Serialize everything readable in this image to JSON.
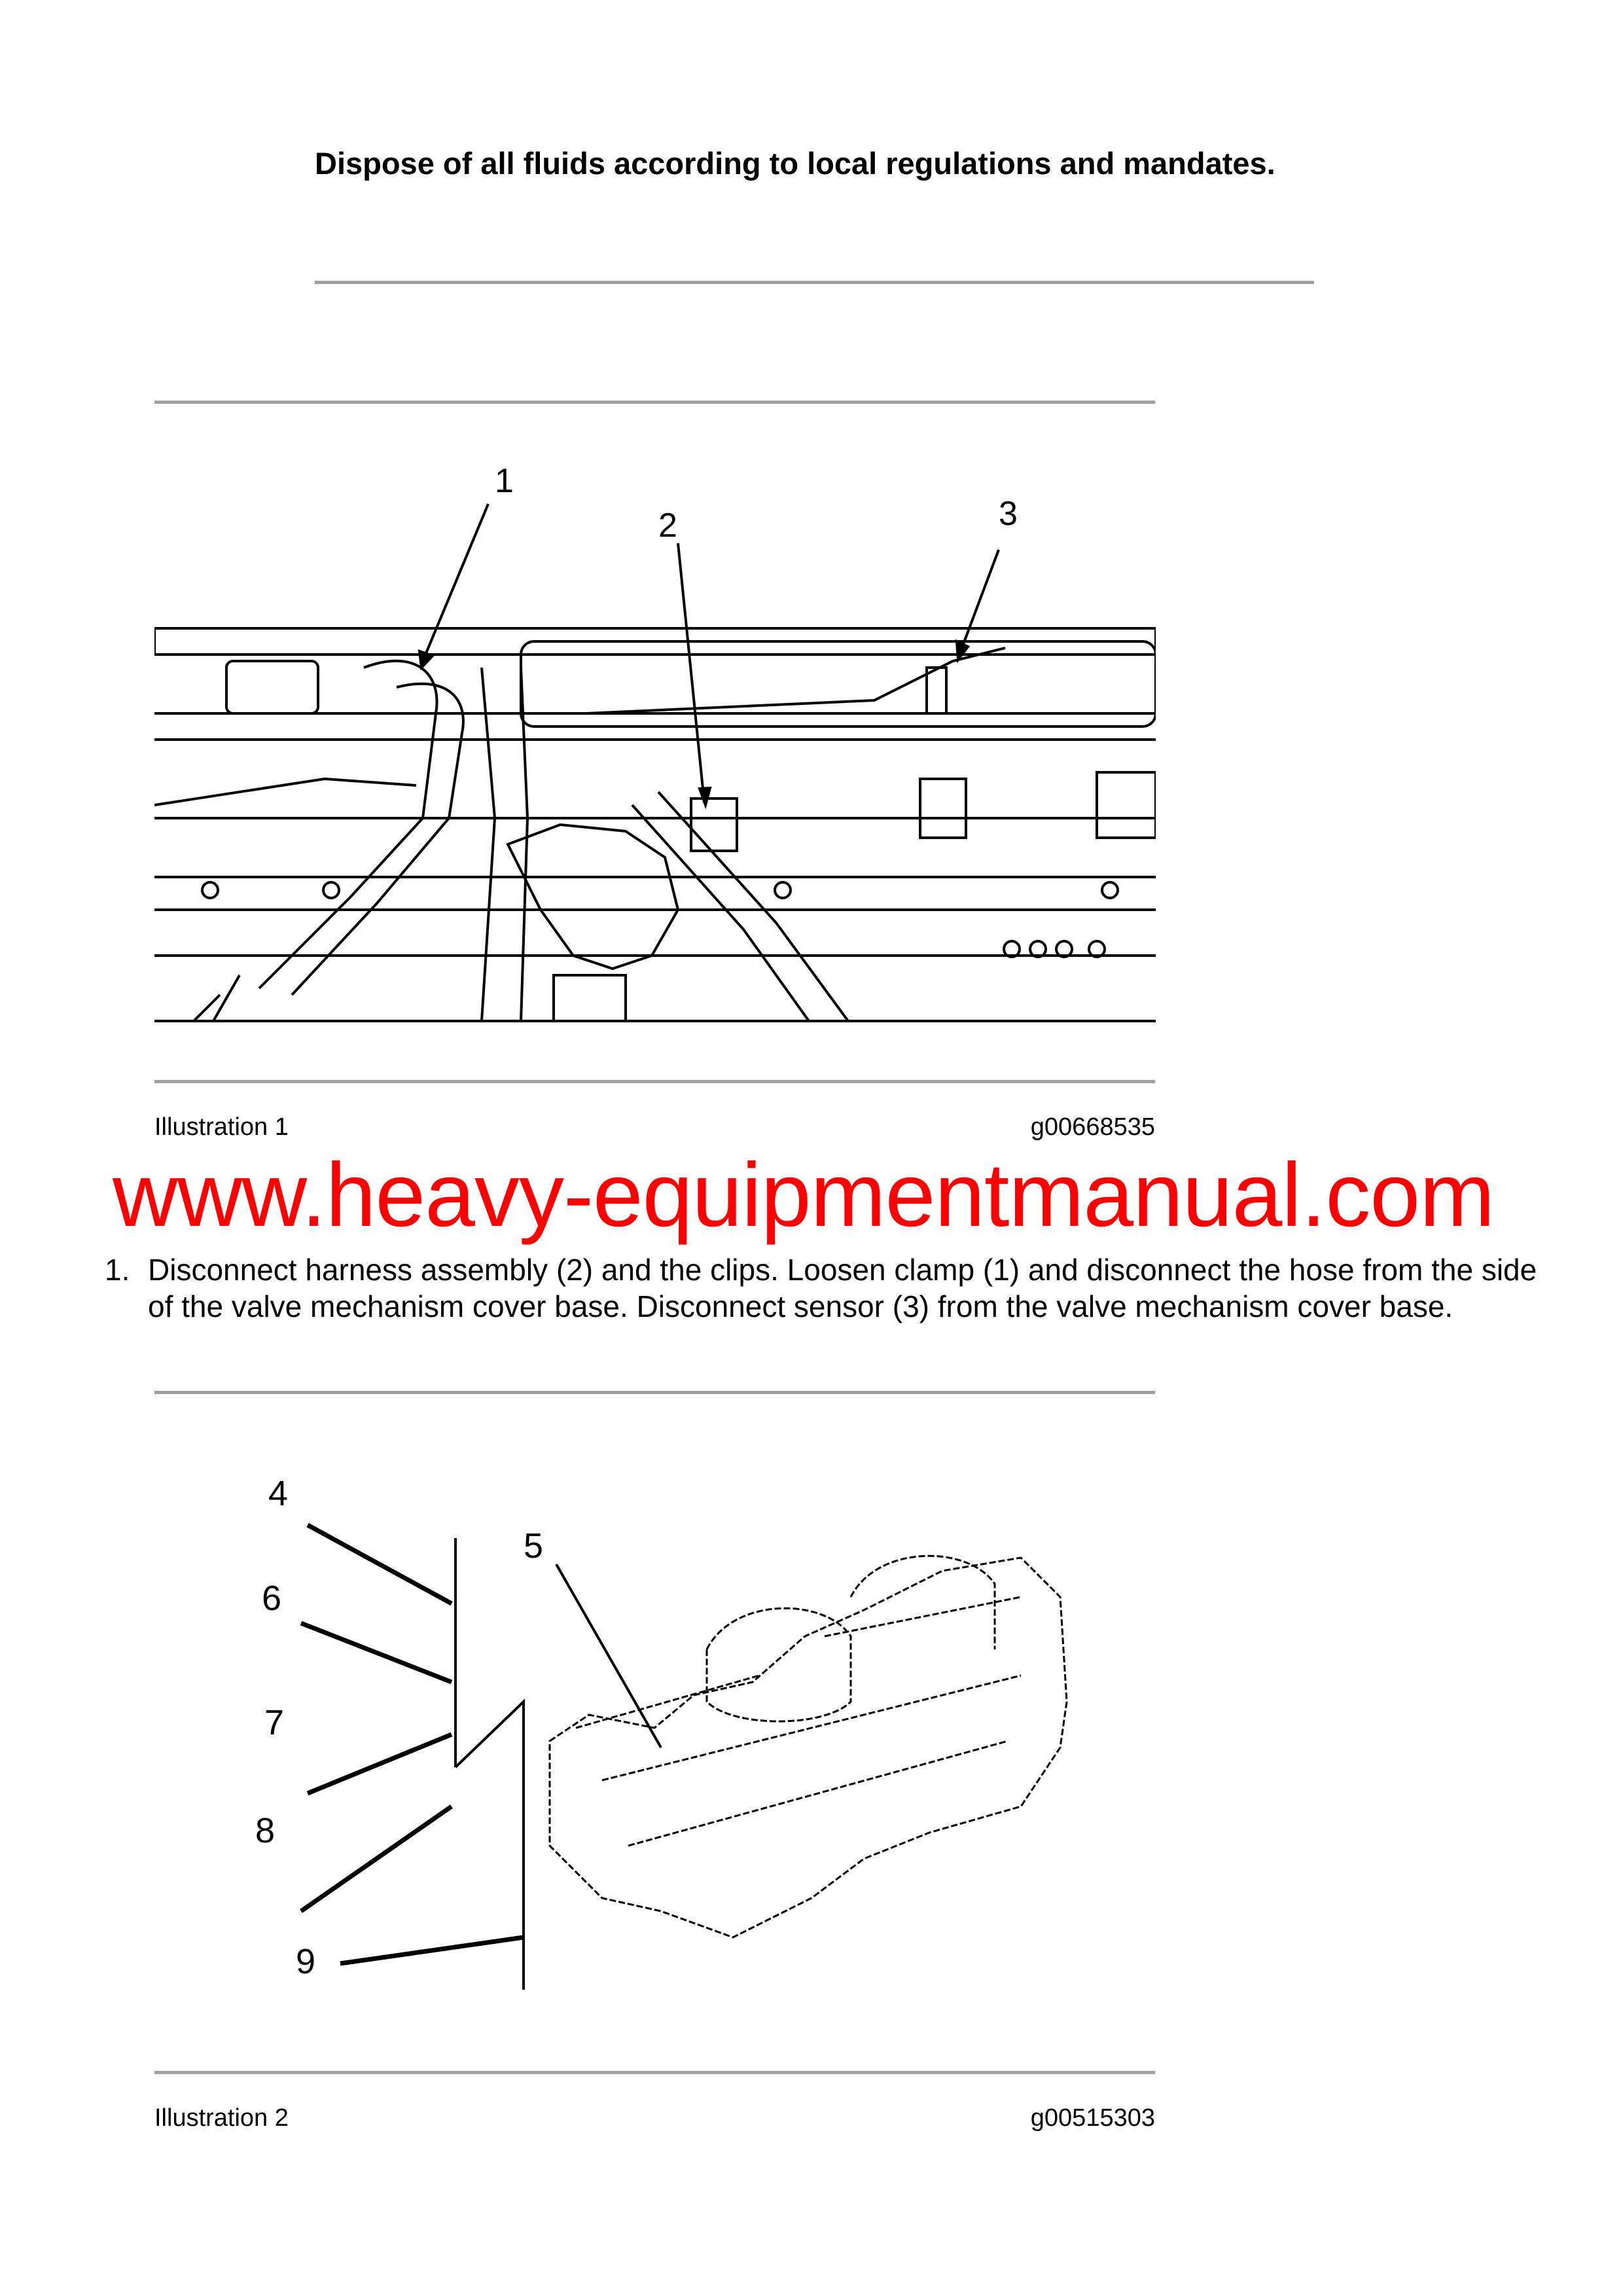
{
  "warning": {
    "text": "Dispose of all fluids according to local regulations and mandates."
  },
  "illustration1": {
    "label": "Illustration 1",
    "code": "g00668535",
    "callouts": [
      "1",
      "2",
      "3"
    ]
  },
  "watermark": "www.heavy-equipmentmanual.com",
  "steps": [
    {
      "number": "1.",
      "text": "Disconnect harness assembly (2) and the clips. Loosen clamp (1) and disconnect the hose from the side of the valve mechanism cover base. Disconnect sensor (3) from the valve mechanism cover base."
    }
  ],
  "illustration2": {
    "label": "Illustration 2",
    "code": "g00515303",
    "callouts": [
      "4",
      "5",
      "6",
      "7",
      "8",
      "9"
    ]
  }
}
